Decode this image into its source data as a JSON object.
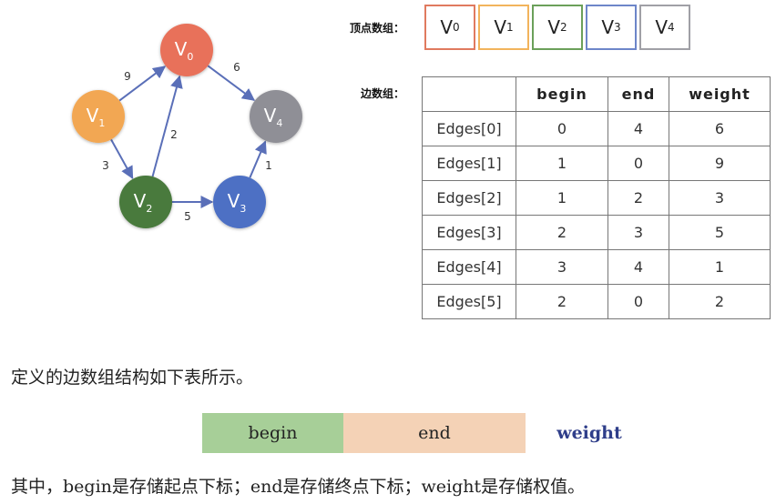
{
  "graph": {
    "nodes": [
      {
        "id": "V0",
        "base": "V",
        "sub": "0",
        "color": "#e8715a"
      },
      {
        "id": "V1",
        "base": "V",
        "sub": "1",
        "color": "#f2a752"
      },
      {
        "id": "V2",
        "base": "V",
        "sub": "2",
        "color": "#4a7a3e"
      },
      {
        "id": "V3",
        "base": "V",
        "sub": "3",
        "color": "#4e70c4"
      },
      {
        "id": "V4",
        "base": "V",
        "sub": "4",
        "color": "#8f8f96"
      }
    ],
    "edges": [
      {
        "from": "V1",
        "to": "V0",
        "weight": "9"
      },
      {
        "from": "V0",
        "to": "V4",
        "weight": "6"
      },
      {
        "from": "V2",
        "to": "V0",
        "weight": "2"
      },
      {
        "from": "V1",
        "to": "V2",
        "weight": "3"
      },
      {
        "from": "V2",
        "to": "V3",
        "weight": "5"
      },
      {
        "from": "V3",
        "to": "V4",
        "weight": "1"
      }
    ]
  },
  "vertex_array": {
    "caption": "顶点数组：",
    "items": [
      {
        "base": "V",
        "sub": "0",
        "border": "#e07a5f"
      },
      {
        "base": "V",
        "sub": "1",
        "border": "#f2b45c"
      },
      {
        "base": "V",
        "sub": "2",
        "border": "#6ba05a"
      },
      {
        "base": "V",
        "sub": "3",
        "border": "#6d86c9"
      },
      {
        "base": "V",
        "sub": "4",
        "border": "#a0a0a6"
      }
    ]
  },
  "edge_array": {
    "caption": "边数组：",
    "headers": [
      "",
      "begin",
      "end",
      "weight"
    ],
    "rows": [
      [
        "Edges[0]",
        "0",
        "4",
        "6"
      ],
      [
        "Edges[1]",
        "1",
        "0",
        "9"
      ],
      [
        "Edges[2]",
        "1",
        "2",
        "3"
      ],
      [
        "Edges[3]",
        "2",
        "3",
        "5"
      ],
      [
        "Edges[4]",
        "3",
        "4",
        "1"
      ],
      [
        "Edges[5]",
        "2",
        "0",
        "2"
      ]
    ]
  },
  "sentence": "定义的边数组结构如下表所示。",
  "struct": {
    "begin": "begin",
    "end": "end",
    "weight": "weight"
  },
  "note": "其中，begin是存储起点下标；end是存储终点下标；weight是存储权值。"
}
